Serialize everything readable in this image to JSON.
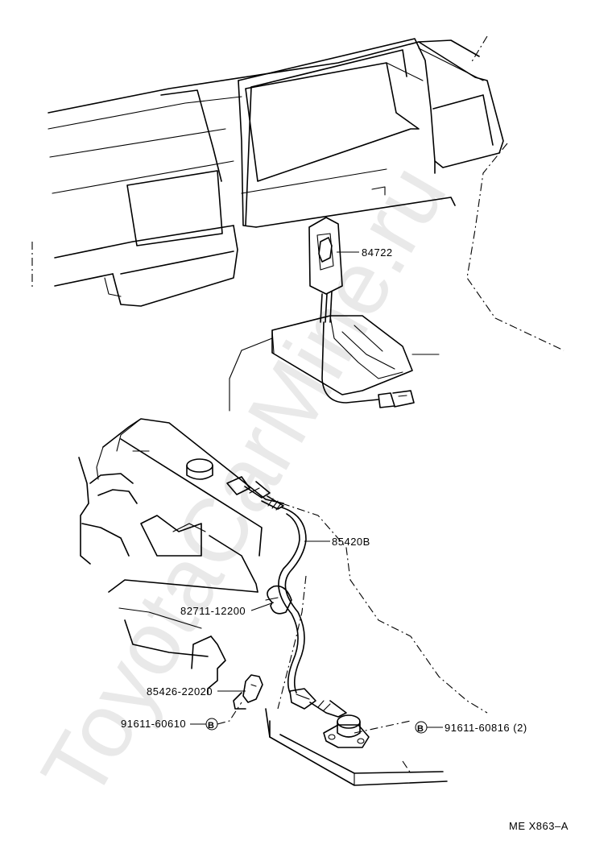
{
  "watermark": "ToyotaCarMine.ru",
  "diagram_code": "ME X863–A",
  "callouts": [
    {
      "id": "part-84722",
      "text": "84722"
    },
    {
      "id": "part-85420b",
      "text": "85420B"
    },
    {
      "id": "part-82711-12200",
      "text": "82711-12200"
    },
    {
      "id": "part-85426-22020",
      "text": "85426-22020"
    },
    {
      "id": "part-91611-60610",
      "text": "91611-60610"
    },
    {
      "id": "part-91611-60816",
      "text": "91611-60816 (2)"
    }
  ],
  "bolt_marker": "B"
}
